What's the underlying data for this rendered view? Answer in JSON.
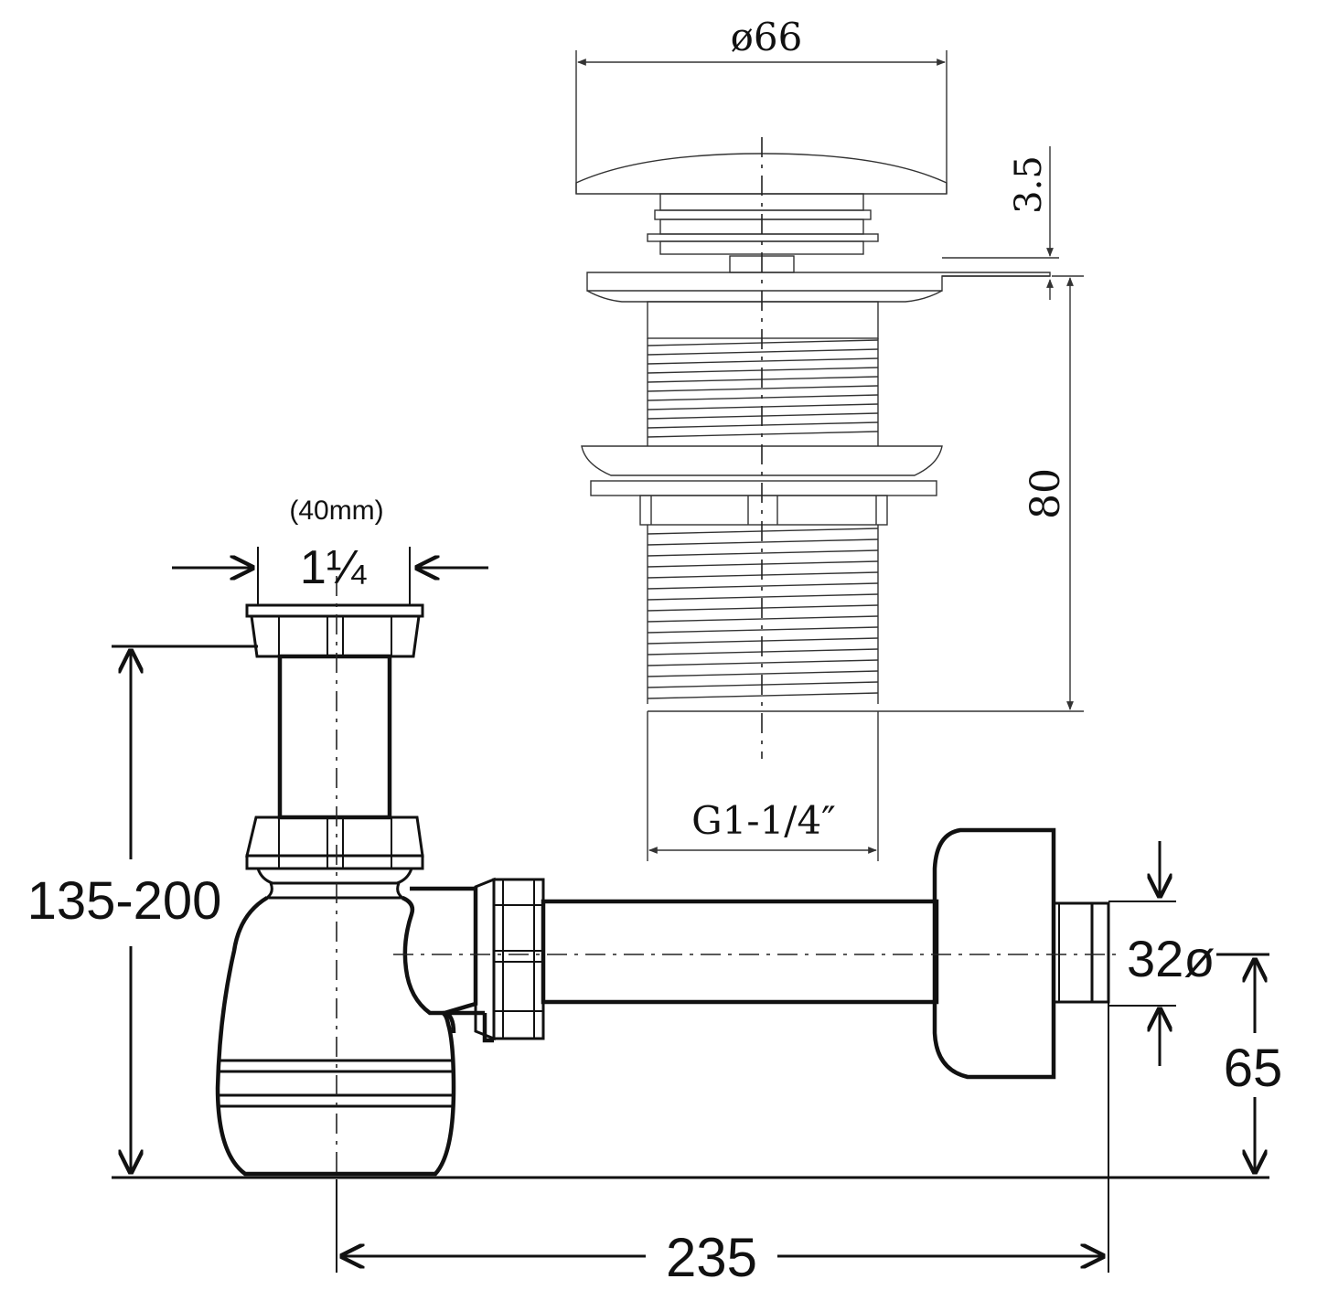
{
  "dimensions": {
    "cap_diameter": "ø66",
    "cap_height": "3.5",
    "waste_height": "80",
    "waste_thread": "G1-1/4″",
    "trap_inlet_mm": "(40mm)",
    "trap_inlet_inch": "1¼",
    "trap_height": "135-200",
    "outlet_diameter": "32ø",
    "outlet_height": "65",
    "trap_length": "235"
  }
}
